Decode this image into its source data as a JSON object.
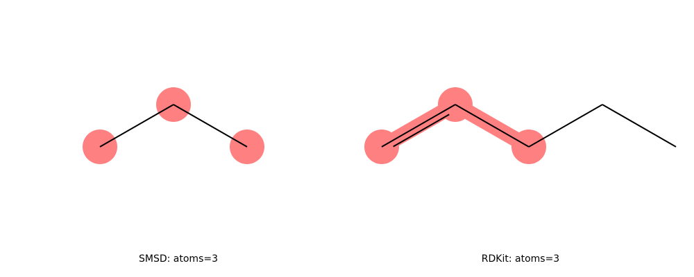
{
  "panels": [
    {
      "id": "smsd",
      "caption": "SMSD: atoms=3",
      "molecule": {
        "atoms": [
          "C",
          "C",
          "C"
        ],
        "bonds": [
          [
            0,
            1,
            1
          ],
          [
            1,
            2,
            1
          ]
        ],
        "highlighted_atoms": [
          0,
          1,
          2
        ],
        "highlighted_bonds": []
      }
    },
    {
      "id": "rdkit",
      "caption": "RDKit: atoms=3",
      "molecule": {
        "atoms": [
          "C",
          "C",
          "C",
          "C",
          "C"
        ],
        "bonds": [
          [
            0,
            1,
            2
          ],
          [
            1,
            2,
            1
          ],
          [
            2,
            3,
            1
          ],
          [
            3,
            4,
            1
          ]
        ],
        "highlighted_atoms": [
          0,
          1,
          2
        ],
        "highlighted_bonds": [
          0,
          1
        ]
      }
    }
  ],
  "colors": {
    "highlight": "#ff8080",
    "bond": "#000000",
    "background": "#ffffff"
  }
}
